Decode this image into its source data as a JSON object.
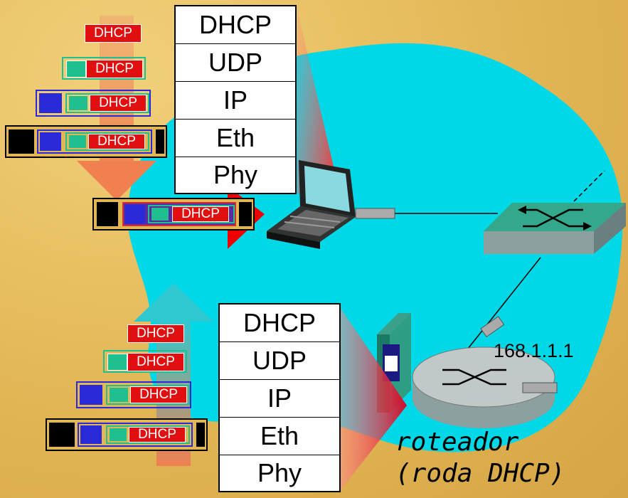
{
  "top_stack": [
    "DHCP",
    "UDP",
    "IP",
    "Eth",
    "Phy"
  ],
  "bottom_stack": [
    "DHCP",
    "UDP",
    "IP",
    "Eth",
    "Phy"
  ],
  "packet_label": "DHCP",
  "router_ip": "168.1.1.1",
  "router_caption": [
    "roteador",
    "(roda DHCP)"
  ],
  "colors": {
    "background": "#e2b655",
    "network_cloud": "#00d8e8",
    "dhcp_red": "#e01010",
    "udp_green": "#1fbf8f",
    "ip_blue": "#2a2ad8",
    "eth_black": "#000000"
  }
}
